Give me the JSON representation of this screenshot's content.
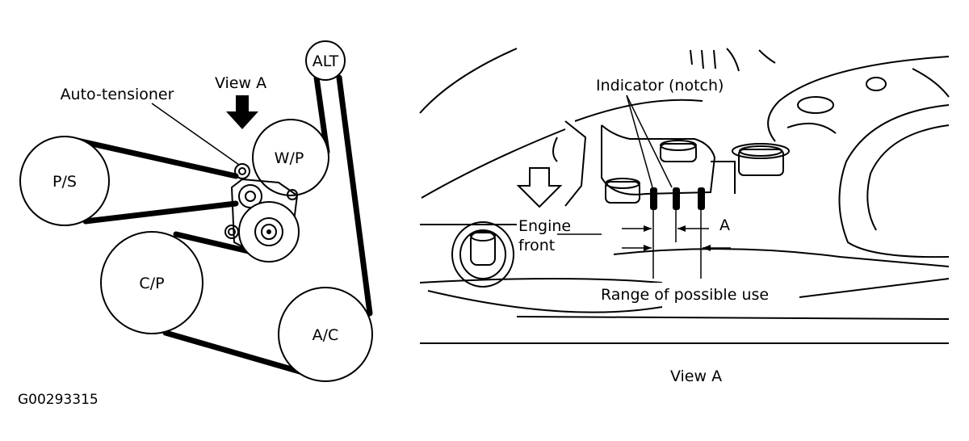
{
  "figure_id": "G00293315",
  "left_diagram": {
    "pulleys": {
      "ps": "P/S",
      "wp": "W/P",
      "alt": "ALT",
      "cp": "C/P",
      "ac": "A/C"
    },
    "view_a_label": "View A",
    "auto_tensioner_label": "Auto-tensioner"
  },
  "right_diagram": {
    "indicator_label": "Indicator (notch)",
    "engine_front_label_line1": "Engine",
    "engine_front_label_line2": "front",
    "dimension_label": "A",
    "range_label": "Range of possible use",
    "caption": "View A"
  }
}
